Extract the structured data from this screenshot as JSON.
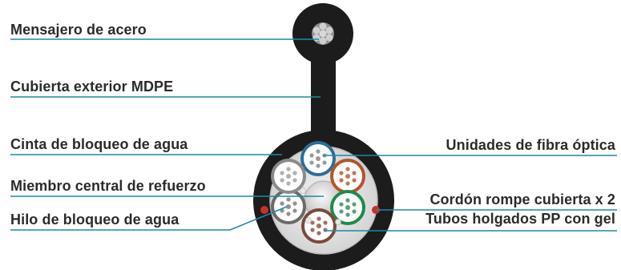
{
  "labels": {
    "mensajero": "Mensajero de acero",
    "cubierta": "Cubierta exterior MDPE",
    "cinta": "Cinta de bloqueo de agua",
    "miembro": "Miembro central de refuerzo",
    "hilo": "Hilo de bloqueo de agua",
    "unidades": "Unidades de fibra óptica",
    "cordon": "Cordón rompe cubierta x 2",
    "tubos": "Tubos holgados PP con gel"
  },
  "colors": {
    "leader_line": "#1a8aa8",
    "label_text": "#2b2b2b",
    "sheath": "#1c1c1c",
    "tube_blue": "#2c6e9a",
    "tube_orange": "#b5542a",
    "tube_green": "#1f8a4a",
    "tube_brown": "#7a4a3a",
    "tube_gray": "#6a6a6a",
    "ripcord": "#c8302a"
  }
}
